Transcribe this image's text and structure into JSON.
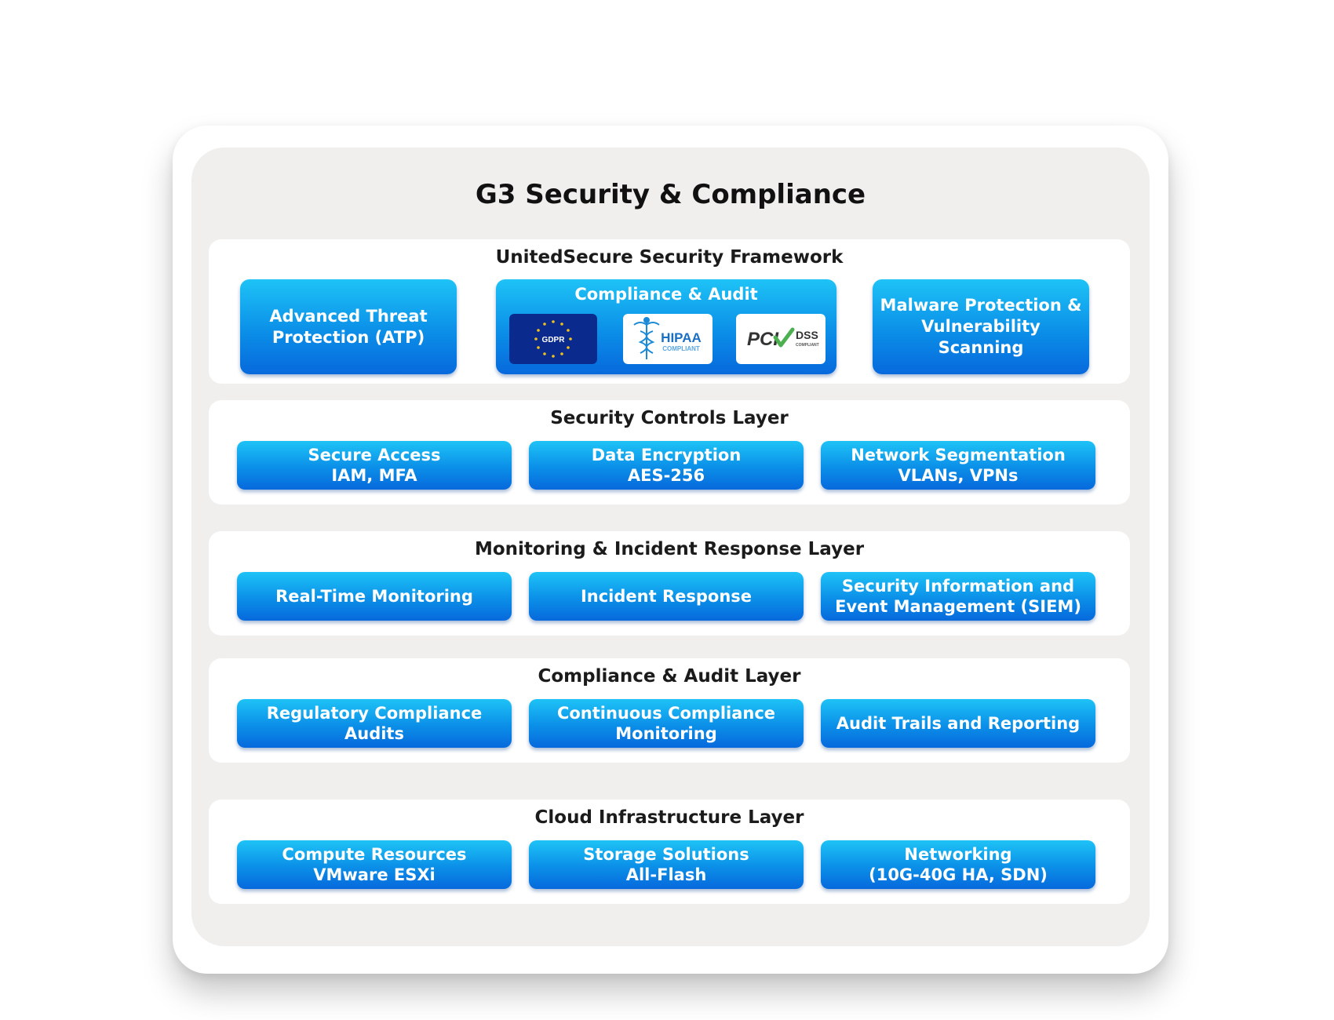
{
  "title": "G3 Security & Compliance",
  "layers": [
    {
      "title": "UnitedSecure Security Framework",
      "boxes": [
        {
          "lines": [
            "Advanced Threat",
            "Protection (ATP)"
          ]
        },
        {
          "title": "Compliance & Audit",
          "logos": [
            "GDPR",
            "HIPAA",
            "COMPLIANT",
            "PCI",
            "DSS",
            "COMPLIANT"
          ]
        },
        {
          "lines": [
            "Malware Protection &",
            "Vulnerability",
            "Scanning"
          ]
        }
      ]
    },
    {
      "title": "Security Controls Layer",
      "boxes": [
        {
          "lines": [
            "Secure Access",
            "IAM, MFA"
          ]
        },
        {
          "lines": [
            "Data Encryption",
            "AES-256"
          ]
        },
        {
          "lines": [
            "Network Segmentation",
            "VLANs, VPNs"
          ]
        }
      ]
    },
    {
      "title": "Monitoring & Incident Response Layer",
      "boxes": [
        {
          "lines": [
            "Real-Time Monitoring"
          ]
        },
        {
          "lines": [
            "Incident Response"
          ]
        },
        {
          "lines": [
            "Security Information and",
            "Event Management (SIEM)"
          ]
        }
      ]
    },
    {
      "title": "Compliance & Audit Layer",
      "boxes": [
        {
          "lines": [
            "Regulatory Compliance",
            "Audits"
          ]
        },
        {
          "lines": [
            "Continuous Compliance",
            "Monitoring"
          ]
        },
        {
          "lines": [
            "Audit Trails and Reporting"
          ]
        }
      ]
    },
    {
      "title": "Cloud Infrastructure Layer",
      "boxes": [
        {
          "lines": [
            "Compute Resources",
            "VMware ESXi"
          ]
        },
        {
          "lines": [
            "Storage Solutions",
            "All-Flash"
          ]
        },
        {
          "lines": [
            "Networking",
            "(10G-40G HA, SDN)"
          ]
        }
      ]
    }
  ],
  "colors": {
    "box_top": "#1ec3f6",
    "box_bottom": "#0769dc",
    "gdpr_blue": "#0a2a8e",
    "gdpr_star": "#f2c21b",
    "pci_green": "#4caf50"
  },
  "icons": [
    "eu-stars-icon",
    "caduceus-icon",
    "checkmark-icon"
  ]
}
